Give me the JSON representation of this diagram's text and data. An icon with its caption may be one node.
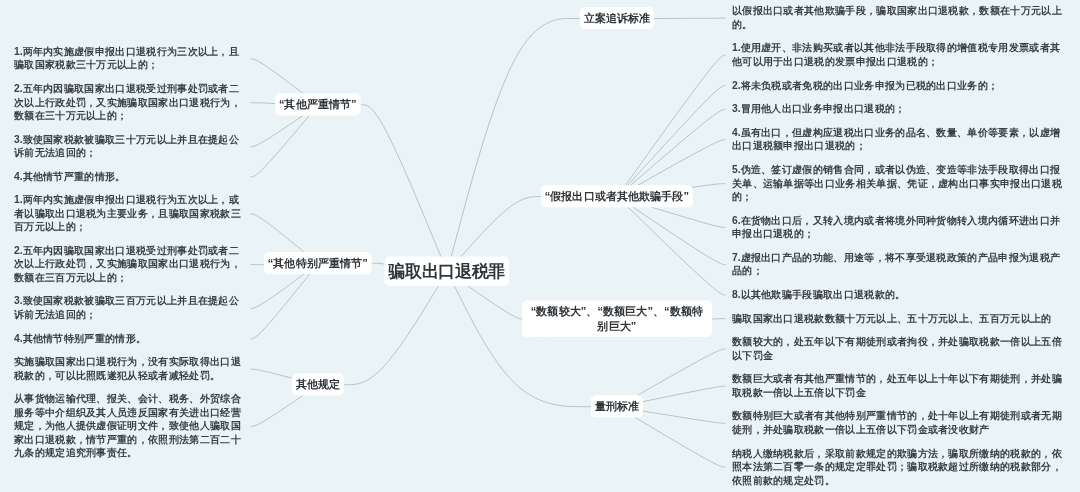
{
  "diagram": {
    "nodes": [
      {
        "text": [
          "骗取出口退税罪"
        ]
      },
      {
        "text": [
          "立案追诉标准"
        ]
      },
      {
        "text": [
          "以假报出口或者其他欺骗手段，骗取国家出口退税款，数额在十万元以上的。"
        ]
      },
      {
        "text": [
          "“假报出口或者其他欺骗手段”"
        ]
      },
      {
        "text": [
          "1.使用虚开、非法购买或者以其他非法手段取得的增值税专用发票或者其他可以用于出口退税的发票申报出口退税的；"
        ]
      },
      {
        "text": [
          "2.将未负税或者免税的出口业务申报为已税的出口业务的；"
        ]
      },
      {
        "text": [
          "3.冒用他人出口业务申报出口退税的；"
        ]
      },
      {
        "text": [
          "4.虽有出口，但虚构应退税出口业务的品名、数量、单价等要素，以虚增出口退税额申报出口退税的；"
        ]
      },
      {
        "text": [
          "5.伪造、签订虚假的销售合同，或者以伪造、变造等非法手段取得出口报关单、运输单据等出口业务相关单据、凭证，虚构出口事实申报出口退税的；"
        ]
      },
      {
        "text": [
          "6.在货物出口后，又转入境内或者将境外同种货物转入境内循环进出口并申报出口退税的；"
        ]
      },
      {
        "text": [
          "7.虚报出口产品的功能、用途等，将不享受退税政策的产品申报为退税产品的；"
        ]
      },
      {
        "text": [
          "8.以其他欺骗手段骗取出口退税款的。"
        ]
      },
      {
        "text": [
          "“数额较大”、“数额巨大”、“数额特别巨大”"
        ]
      },
      {
        "text": [
          "骗取国家出口退税款数额十万元以上、五十万元以上、五百万元以上的"
        ]
      },
      {
        "text": [
          "量刑标准"
        ]
      },
      {
        "text": [
          "数额较大的，处五年以下有期徒刑或者拘役，并处骗取税款一倍以上五倍以下罚金"
        ]
      },
      {
        "text": [
          "数额巨大或者有其他严重情节的，处五年以上十年以下有期徒刑，并处骗取税款一倍以上五倍以下罚金"
        ]
      },
      {
        "text": [
          "数额特别巨大或者有其他特别严重情节的，处十年以上有期徒刑或者无期徒刑，并处骗取税款一倍以上五倍以下罚金或者没收财产"
        ]
      },
      {
        "text": [
          "纳税人缴纳税款后，采取前款规定的欺骗方法，骗取所缴纳的税款的，依照本法第二百零一条的规定定罪处罚；骗取税款超过所缴纳的税款部分，依照前款的规定处罚。"
        ]
      },
      {
        "text": [
          "“其他严重情节”"
        ]
      },
      {
        "text": [
          "1.两年内实施虚假申报出口退税行为三次以上，且骗取国家税款三十万元以上的；"
        ]
      },
      {
        "text": [
          "2.五年内因骗取国家出口退税受过刑事处罚或者二次以上行政处罚，又实施骗取国家出口退税行为，数额在三十万元以上的；"
        ]
      },
      {
        "text": [
          "3.致使国家税款被骗取三十万元以上并且在提起公诉前无法追回的；"
        ]
      },
      {
        "text": [
          "4.其他情节严重的情形。"
        ]
      },
      {
        "text": [
          "“其他特别严重情节”"
        ]
      },
      {
        "text": [
          "1.两年内实施虚假申报出口退税行为五次以上，或者以骗取出口退税为主要业务，且骗取国家税款三百万元以上的；"
        ]
      },
      {
        "text": [
          "2.五年内因骗取国家出口退税受过刑事处罚或者二次以上行政处罚，又实施骗取国家出口退税行为，数额在三百万元以上的；"
        ]
      },
      {
        "text": [
          "3.致使国家税款被骗取三百万元以上并且在提起公诉前无法追回的；"
        ]
      },
      {
        "text": [
          "4.其他情节特别严重的情形。"
        ]
      },
      {
        "text": [
          "其他规定"
        ]
      },
      {
        "text": [
          "实施骗取国家出口退税行为，没有实际取得出口退税款的，可以比照既遂犯从轻或者减轻处罚。"
        ]
      },
      {
        "text": [
          "从事货物运输代理、报关、会计、税务、外贸综合服务等中介组织及其人员违反国家有关进出口经营规定，为他人提供虚假证明文件，致使他人骗取国家出口退税款，情节严重的，依照刑法第二百二十九条的规定追究刑事责任。"
        ]
      }
    ],
    "edges": [
      {
        "from": 0,
        "to": 1,
        "arrow": "none"
      },
      {
        "from": 1,
        "to": 2,
        "arrow": "none"
      },
      {
        "from": 0,
        "to": 3,
        "arrow": "none"
      },
      {
        "from": 3,
        "to": 4,
        "arrow": "none"
      },
      {
        "from": 3,
        "to": 5,
        "arrow": "none"
      },
      {
        "from": 3,
        "to": 6,
        "arrow": "none"
      },
      {
        "from": 3,
        "to": 7,
        "arrow": "none"
      },
      {
        "from": 3,
        "to": 8,
        "arrow": "none"
      },
      {
        "from": 3,
        "to": 9,
        "arrow": "none"
      },
      {
        "from": 3,
        "to": 10,
        "arrow": "none"
      },
      {
        "from": 3,
        "to": 11,
        "arrow": "none"
      },
      {
        "from": 0,
        "to": 12,
        "arrow": "none"
      },
      {
        "from": 12,
        "to": 13,
        "arrow": "none"
      },
      {
        "from": 0,
        "to": 14,
        "arrow": "none"
      },
      {
        "from": 14,
        "to": 15,
        "arrow": "none"
      },
      {
        "from": 14,
        "to": 16,
        "arrow": "none"
      },
      {
        "from": 14,
        "to": 17,
        "arrow": "none"
      },
      {
        "from": 14,
        "to": 18,
        "arrow": "none"
      },
      {
        "from": 19,
        "to": 0,
        "arrow": "none"
      },
      {
        "from": 20,
        "to": 19,
        "arrow": "none"
      },
      {
        "from": 21,
        "to": 19,
        "arrow": "none"
      },
      {
        "from": 22,
        "to": 19,
        "arrow": "none"
      },
      {
        "from": 23,
        "to": 19,
        "arrow": "none"
      },
      {
        "from": 24,
        "to": 0,
        "arrow": "none"
      },
      {
        "from": 25,
        "to": 24,
        "arrow": "none"
      },
      {
        "from": 26,
        "to": 24,
        "arrow": "none"
      },
      {
        "from": 27,
        "to": 24,
        "arrow": "none"
      },
      {
        "from": 28,
        "to": 24,
        "arrow": "none"
      },
      {
        "from": 29,
        "to": 0,
        "arrow": "none"
      },
      {
        "from": 30,
        "to": 29,
        "arrow": "none"
      },
      {
        "from": 31,
        "to": 29,
        "arrow": "none"
      }
    ]
  }
}
